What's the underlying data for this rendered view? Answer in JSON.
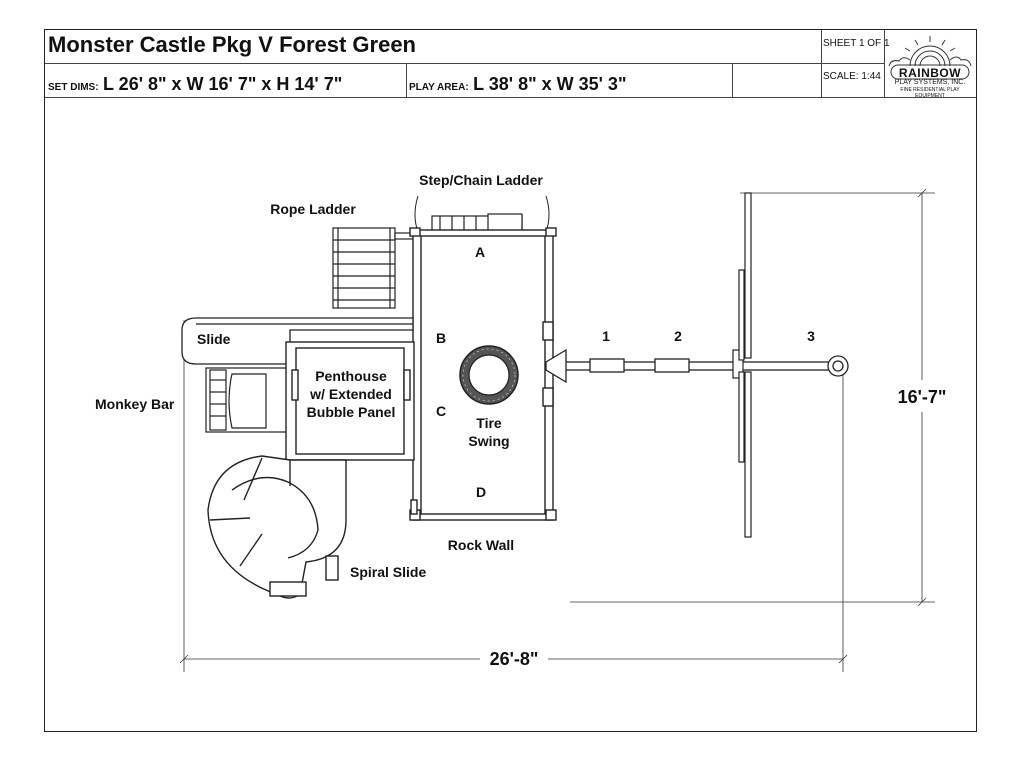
{
  "title": "Monster Castle Pkg V Forest Green",
  "set_dims": {
    "label": "SET DIMS:",
    "value": "L 26' 8\" x W 16' 7\" x H 14' 7\""
  },
  "play_area": {
    "label": "PLAY AREA:",
    "value": "L 38' 8\" x W 35' 3\""
  },
  "sheet": "SHEET 1 OF 1",
  "scale": "SCALE: 1:44",
  "logo": {
    "brand": "RAINBOW",
    "sub": "PLAY SYSTEMS, INC.",
    "tag": "FINE RESIDENTIAL PLAY EQUIPMENT"
  },
  "labels": {
    "step_chain_ladder": "Step/Chain Ladder",
    "rope_ladder": "Rope Ladder",
    "slide": "Slide",
    "monkey_bar": "Monkey Bar",
    "penthouse_1": "Penthouse",
    "penthouse_2": "w/ Extended",
    "penthouse_3": "Bubble Panel",
    "tire_swing_1": "Tire",
    "tire_swing_2": "Swing",
    "rock_wall": "Rock Wall",
    "spiral_slide": "Spiral Slide",
    "pos_a": "A",
    "pos_b": "B",
    "pos_c": "C",
    "pos_d": "D",
    "swing_1": "1",
    "swing_2": "2",
    "swing_3": "3",
    "width_dim": "16'-7\"",
    "length_dim": "26'-8\""
  }
}
